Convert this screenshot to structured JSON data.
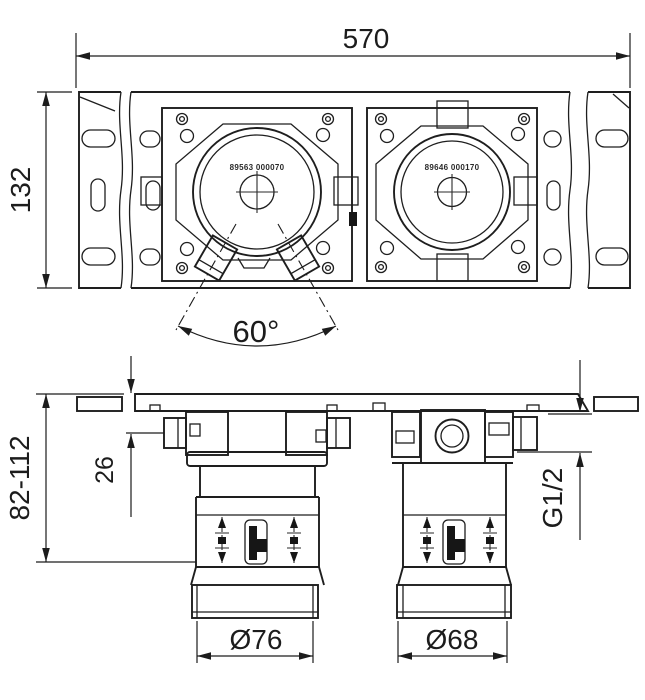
{
  "drawing": {
    "background": "#ffffff",
    "line_color": "#1c1c1c",
    "dims": {
      "overall_width": "570",
      "rail_height": "132",
      "outlet_angle": "60°",
      "depth_range": "82-112",
      "plate_offset": "26",
      "thread_size": "G1/2",
      "left_body_dia": "Ø76",
      "right_body_dia": "Ø68"
    },
    "codes": {
      "left_valve": "89563 000070",
      "right_valve": "89646 000170"
    }
  }
}
